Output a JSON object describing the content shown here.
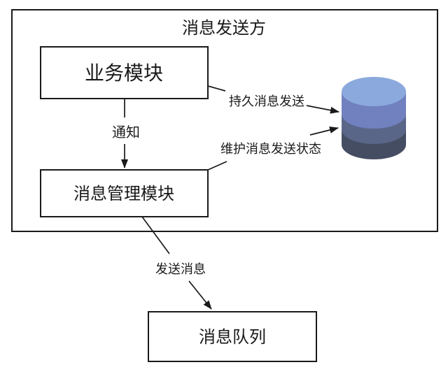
{
  "diagram": {
    "title": "消息发送方",
    "nodes": {
      "business": {
        "label": "业务模块"
      },
      "manager": {
        "label": "消息管理模块"
      },
      "queue": {
        "label": "消息队列"
      }
    },
    "edges": {
      "notify": {
        "label": "通知"
      },
      "persist": {
        "label": "持久消息发送"
      },
      "maintain": {
        "label": "维护消息发送状态"
      },
      "send": {
        "label": "发送消息"
      }
    },
    "colors": {
      "line": "#1a1a1a",
      "db_top": "#8BA9DC",
      "db_band1": "#7180BF",
      "db_band2": "#5A6688",
      "db_band3": "#454D63"
    }
  }
}
